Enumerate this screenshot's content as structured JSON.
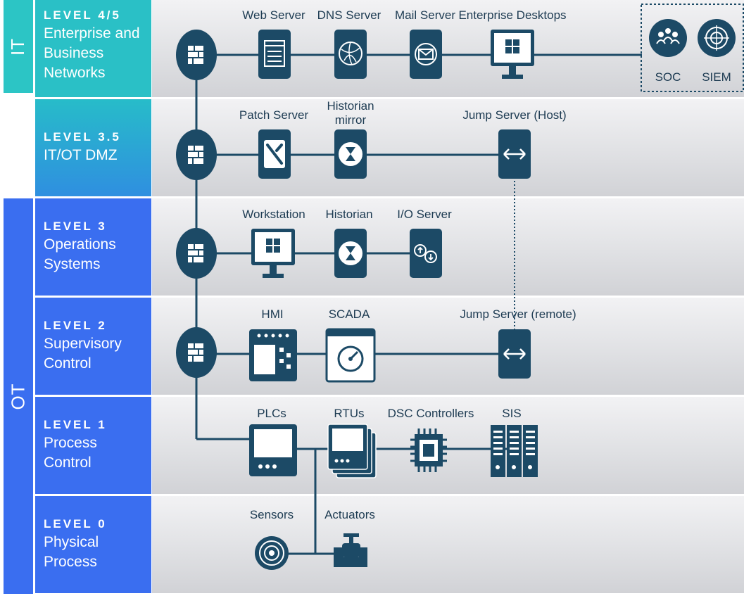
{
  "zones": {
    "it": "IT",
    "ot": "OT"
  },
  "levels": [
    {
      "code": "LEVEL 4/5",
      "name": "Enterprise and\nBusiness\nNetworks"
    },
    {
      "code": "LEVEL 3.5",
      "name": "IT/OT DMZ"
    },
    {
      "code": "LEVEL 3",
      "name": "Operations\nSystems"
    },
    {
      "code": "LEVEL 2",
      "name": "Supervisory\nControl"
    },
    {
      "code": "LEVEL 1",
      "name": "Process\nControl"
    },
    {
      "code": "LEVEL 0",
      "name": "Physical\nProcess"
    }
  ],
  "devices": {
    "web_server": "Web Server",
    "dns_server": "DNS Server",
    "mail_server": "Mail Server",
    "enterprise_desktops": "Enterprise Desktops",
    "soc": "SOC",
    "siem": "SIEM",
    "patch_server": "Patch Server",
    "historian_mirror": "Historian mirror",
    "jump_server_host": "Jump Server (Host)",
    "workstation": "Workstation",
    "historian": "Historian",
    "io_server": "I/O Server",
    "hmi": "HMI",
    "scada": "SCADA",
    "jump_server_remote": "Jump Server (remote)",
    "plcs": "PLCs",
    "rtus": "RTUs",
    "dsc_controllers": "DSC Controllers",
    "sis": "SIS",
    "sensors": "Sensors",
    "actuators": "Actuators"
  },
  "colors": {
    "it_zone": "#2cc5c5",
    "dmz": "#2a9fd9",
    "ot_zone": "#3a6ef0",
    "icon": "#1c4a66",
    "line": "#1c4a66"
  }
}
